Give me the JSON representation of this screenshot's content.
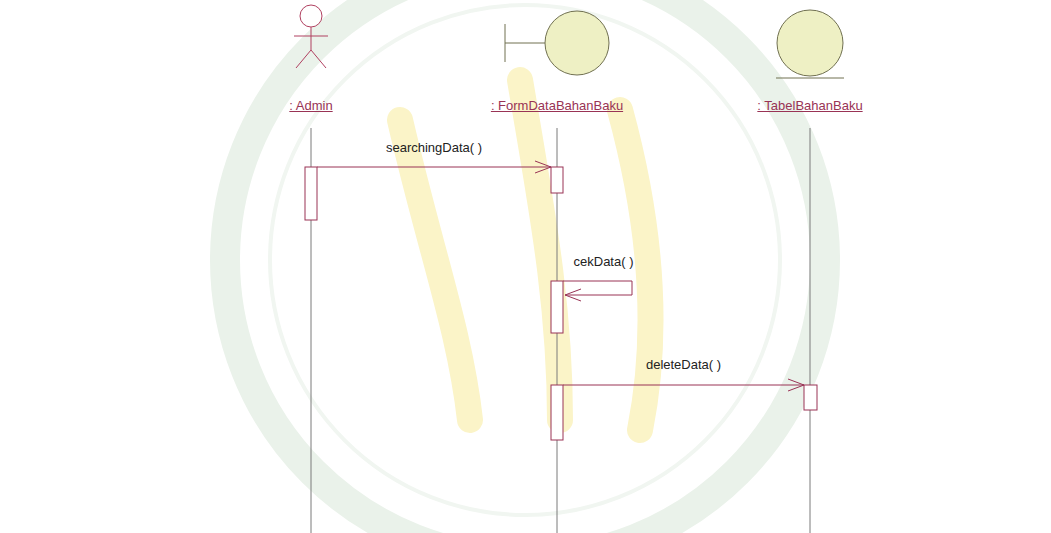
{
  "diagram": {
    "nodes": [
      {
        "text": [
          ": Admin"
        ]
      },
      {
        "text": [
          ": FormDataBahanBaku"
        ]
      },
      {
        "text": [
          ": TabelBahanBaku"
        ]
      }
    ],
    "edges": [
      {
        "from": 0,
        "to": 1,
        "arrow": "to",
        "label": "searchingData( )"
      },
      {
        "from": 1,
        "to": 1,
        "arrow": "to",
        "label": "cekData( )"
      },
      {
        "from": 1,
        "to": 2,
        "arrow": "to",
        "label": "deleteData( )"
      }
    ]
  }
}
